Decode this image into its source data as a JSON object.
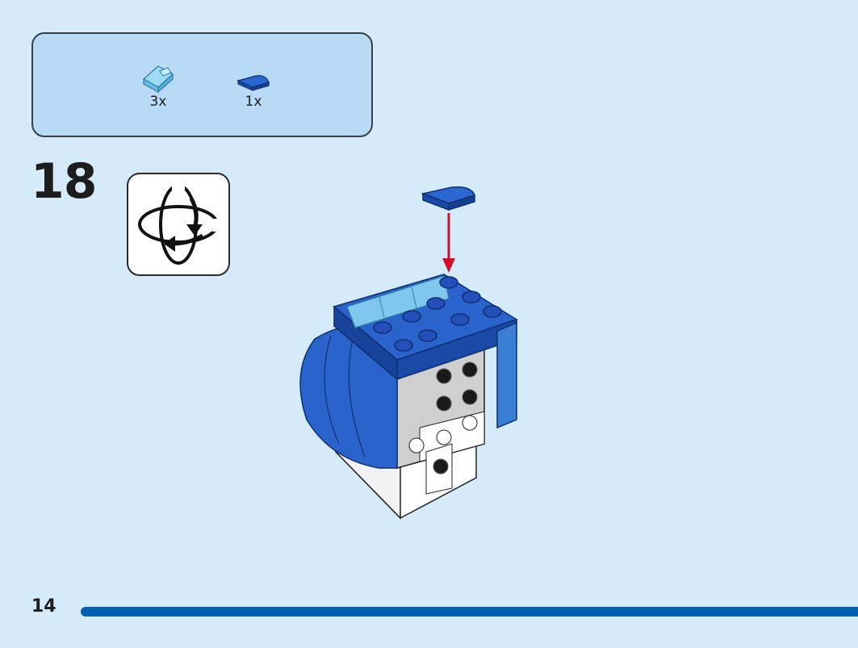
{
  "parts_list": {
    "items": [
      {
        "part": "transparent-light-blue-slope-brick-icon",
        "quantity": "3x"
      },
      {
        "part": "blue-quarter-round-tile-icon",
        "quantity": "1x"
      }
    ]
  },
  "step": {
    "number": "18"
  },
  "rotate_hint": {
    "icon": "rotate-model-icon"
  },
  "page": {
    "number": "14",
    "progress": 1.0
  },
  "colors": {
    "background": "#d6ebf9",
    "parts_box": "#b8daf5",
    "brick_blue": "#1e5bc6",
    "trans_light_blue": "#7fd0ef",
    "arrow_red": "#d0102b",
    "progress_bar": "#005fae"
  }
}
